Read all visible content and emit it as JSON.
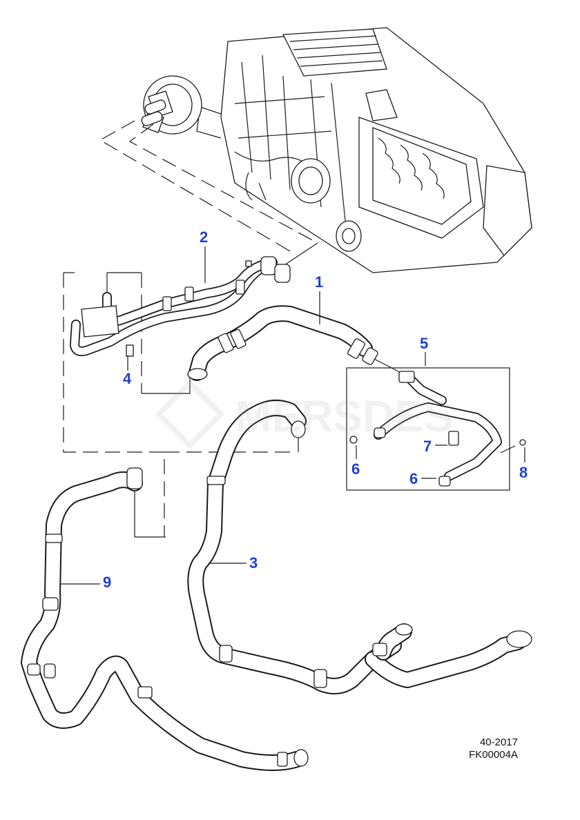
{
  "callouts": {
    "c1": "1",
    "c2": "2",
    "c3": "3",
    "c4": "4",
    "c5": "5",
    "c6a": "6",
    "c6b": "6",
    "c7": "7",
    "c8": "8",
    "c9": "9"
  },
  "reference": {
    "date_code": "40-2017",
    "figure_code": "FK00004A"
  },
  "watermark_text": "MERSDES",
  "colors": {
    "callout": "#1f3fd6",
    "line": "#1a1a1a",
    "watermark": "#9a9a9a"
  }
}
